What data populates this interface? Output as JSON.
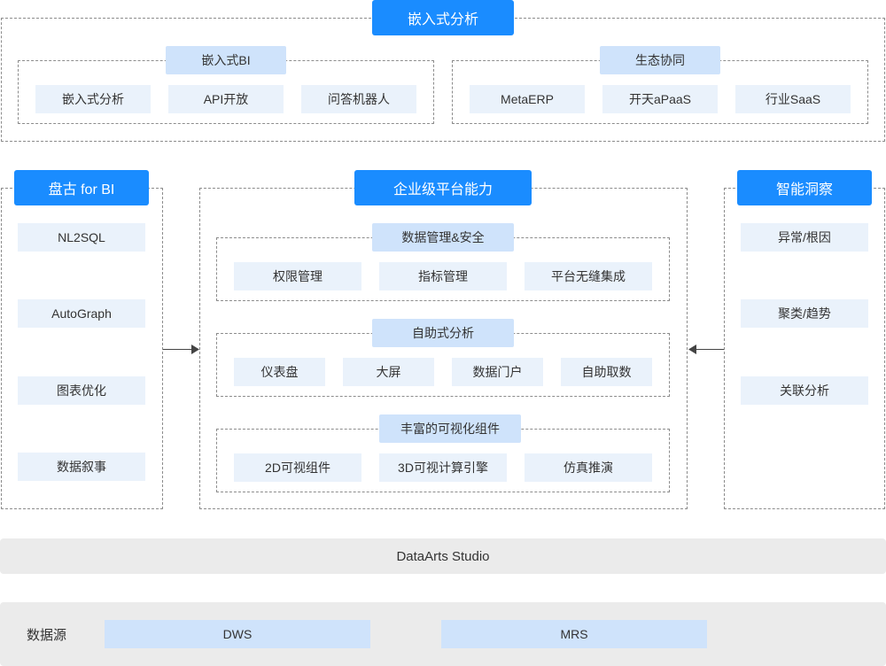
{
  "top": {
    "title": "嵌入式分析",
    "embedded_bi": {
      "label": "嵌入式BI",
      "items": [
        "嵌入式分析",
        "API开放",
        "问答机器人"
      ]
    },
    "ecosystem": {
      "label": "生态协同",
      "items": [
        "MetaERP",
        "开天aPaaS",
        "行业SaaS"
      ]
    }
  },
  "left": {
    "title": "盘古 for BI",
    "items": [
      "NL2SQL",
      "AutoGraph",
      "图表优化",
      "数据叙事"
    ]
  },
  "center": {
    "title": "企业级平台能力",
    "groups": [
      {
        "label": "数据管理&安全",
        "items": [
          "权限管理",
          "指标管理",
          "平台无缝集成"
        ]
      },
      {
        "label": "自助式分析",
        "items": [
          "仪表盘",
          "大屏",
          "数据门户",
          "自助取数"
        ]
      },
      {
        "label": "丰富的可视化组件",
        "items": [
          "2D可视组件",
          "3D可视计算引擎",
          "仿真推演"
        ]
      }
    ]
  },
  "right": {
    "title": "智能洞察",
    "items": [
      "异常/根因",
      "聚类/趋势",
      "关联分析"
    ]
  },
  "studio": {
    "label": "DataArts Studio"
  },
  "datasource": {
    "label": "数据源",
    "items": [
      "DWS",
      "MRS"
    ]
  },
  "colors": {
    "header_blue": "#1a8cff",
    "sub_header_blue": "#cfe3fb",
    "item_bg": "#eaf2fb",
    "bar_gray": "#ebebeb"
  }
}
